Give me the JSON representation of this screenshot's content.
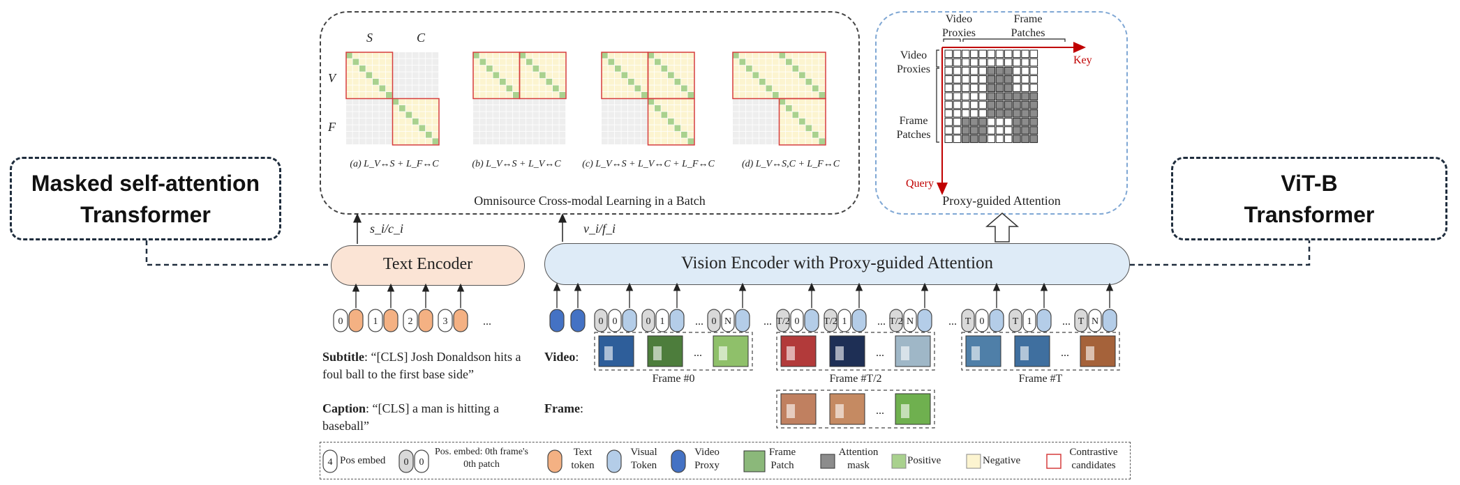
{
  "left_box": {
    "line1": "Masked self-attention",
    "line2": "Transformer"
  },
  "right_box": {
    "line1": "ViT-B",
    "line2": "Transformer"
  },
  "text_encoder": {
    "label": "Text Encoder",
    "output_label": "s_i/c_i"
  },
  "vision_encoder": {
    "label": "Vision Encoder with Proxy-guided Attention",
    "output_label": "v_i/f_i"
  },
  "omnisource": {
    "caption": "Omnisource Cross-modal Learning in a Batch",
    "col_labels": [
      "S",
      "C"
    ],
    "row_labels": [
      "V",
      "F"
    ],
    "sub_captions": [
      "(a) L_V↔S + L_F↔C",
      "(b) L_V↔S + L_V↔C",
      "(c) L_V↔S + L_V↔C + L_F↔C",
      "(d) L_V↔S,C + L_F↔C"
    ]
  },
  "proxy_attention": {
    "caption": "Proxy-guided Attention",
    "top_labels": [
      "Video Proxies",
      "Frame Patches"
    ],
    "side_labels": [
      "Video Proxies",
      "Frame Patches"
    ],
    "key_label": "Key",
    "query_label": "Query"
  },
  "text_tokens": {
    "positions": [
      "0",
      "1",
      "2",
      "3"
    ],
    "ellipsis": "..."
  },
  "subtitle": {
    "label": "Subtitle",
    "text": ": “[CLS] Josh Donaldson hits a foul ball to the first base side”"
  },
  "caption_item": {
    "label": "Caption",
    "text": ": “[CLS] a man is hitting a baseball”"
  },
  "vision_tokens": {
    "groups": [
      {
        "frame": "0",
        "patches": [
          "0",
          "1",
          "N"
        ]
      },
      {
        "frame": "T/2",
        "patches": [
          "0",
          "1",
          "N"
        ]
      },
      {
        "frame": "T",
        "patches": [
          "0",
          "1",
          "N"
        ]
      }
    ],
    "ellipsis": "..."
  },
  "video_row": {
    "label": "Video",
    "frames": [
      "Frame #0",
      "Frame #T/2",
      "Frame #T"
    ]
  },
  "frame_row": {
    "label": "Frame"
  },
  "legend": {
    "pos_embed_num": "4",
    "pos_embed": "Pos embed",
    "pos_embed2_nums": [
      "0",
      "0"
    ],
    "pos_embed2": "Pos. embed: 0th frame's 0th patch",
    "text_token": "Text token",
    "visual_token": "Visual Token",
    "video_proxy": "Video Proxy",
    "frame_patch": "Frame Patch",
    "attention_mask": "Attention mask",
    "positive": "Positive",
    "negative": "Negative",
    "contrastive": "Contrastive candidates"
  },
  "colors": {
    "positive": "#a9d18e",
    "negative": "#fcf4d0",
    "contrastive": "#d63c3c",
    "text_token": "#f4b183",
    "visual_token": "#b4cde8",
    "video_proxy": "#4472c4",
    "attention_mask": "#8c8c8c",
    "text_encoder_fill": "#fbe4d5",
    "vision_encoder_fill": "#deebf7",
    "key_query": "#c00000"
  }
}
